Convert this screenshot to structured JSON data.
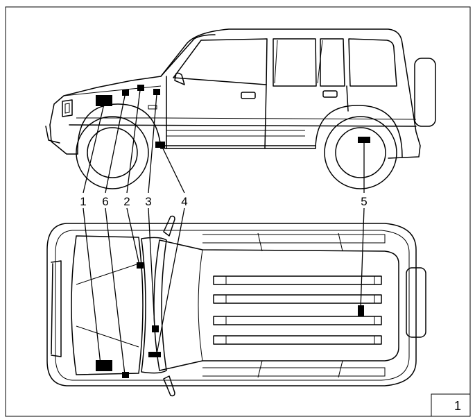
{
  "callouts": {
    "c1": "1",
    "c6": "6",
    "c2": "2",
    "c3": "3",
    "c4": "4",
    "c5": "5"
  },
  "figure_number": "1",
  "colors": {
    "line": "#000000",
    "background": "#ffffff"
  }
}
